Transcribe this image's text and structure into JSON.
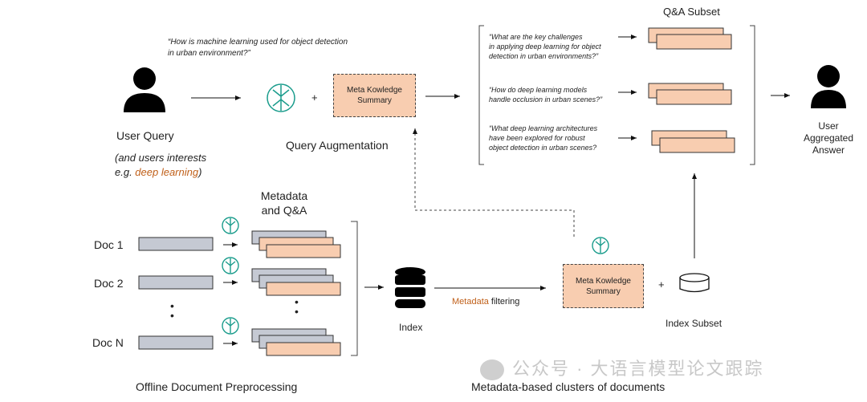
{
  "query": {
    "question": "“How is machine learning used for object detection\nin urban environment?”",
    "user_label": "User Query",
    "interests_prefix": "(and users interests",
    "interests_eg": "e.g. ",
    "interests_topic": "deep learning",
    "interests_suffix": ")"
  },
  "augmentation": {
    "plus": "+",
    "meta_summary": "Meta Kowledge\nSummary",
    "label": "Query Augmentation"
  },
  "qa_subset": {
    "title": "Q&A Subset",
    "questions": [
      "“What are the key challenges\nin applying deep learning for object\ndetection in urban environments?”",
      "“How do deep learning models\nhandle occlusion in urban scenes?”",
      "“What deep learning architectures\nhave been explored for robust\nobject detection in urban scenes?"
    ]
  },
  "answer": {
    "label": "User\nAggregated\nAnswer"
  },
  "offline": {
    "metadata_label": "Metadata\nand Q&A",
    "docs": [
      "Doc 1",
      "Doc 2",
      "Doc N"
    ],
    "dots": "•\n•",
    "label": "Offline Document Preprocessing"
  },
  "index": {
    "label": "Index"
  },
  "filtering": {
    "keyword": "Metadata",
    "rest": " filtering"
  },
  "clusters": {
    "meta_summary": "Meta Kowledge\nSummary",
    "plus": "+",
    "index_subset": "Index Subset",
    "label": "Metadata-based clusters of documents"
  },
  "watermark": "公众号 · 大语言模型论文跟踪",
  "colors": {
    "peach": "#f8cdb0",
    "slate": "#c5c9d3",
    "teal": "#1a9c8c",
    "orange": "#c0601a"
  }
}
